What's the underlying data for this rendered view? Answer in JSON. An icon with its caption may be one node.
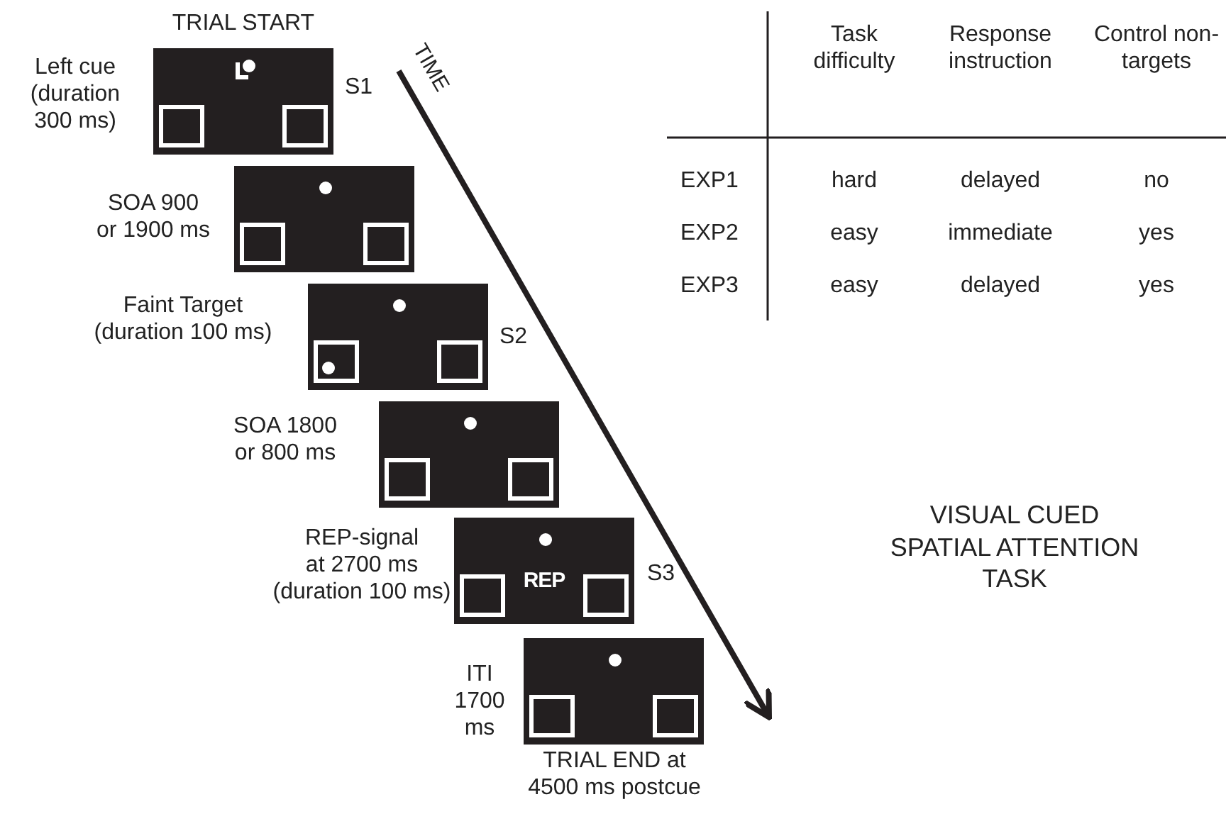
{
  "diagram": {
    "title": "VISUAL CUED SPATIAL ATTENTION TASK",
    "nodes": [
      {
        "text": [],
        "shape": "box",
        "beside": [
          "TRIAL START",
          "Left cue (duration 300 ms)",
          "S1"
        ]
      },
      {
        "text": [],
        "shape": "box",
        "beside": [
          "SOA 900 or 1900 ms"
        ]
      },
      {
        "text": [],
        "shape": "box",
        "beside": [
          "Faint Target (duration 100 ms)",
          "S2"
        ]
      },
      {
        "text": [],
        "shape": "box",
        "beside": [
          "SOA 1800 or 800 ms"
        ]
      },
      {
        "text": [
          "REP"
        ],
        "beside": [
          "REP-signal at 2700 ms (duration 100 ms)",
          "S3"
        ]
      },
      {
        "text": [],
        "shape": "box",
        "beside": [
          "ITI 1700 ms",
          "TRIAL END at 4500 ms postcue"
        ]
      }
    ],
    "labels": [
      "TIME",
      "Task difficulty",
      "Response instruction",
      "Control non-targets",
      "EXP1",
      "hard",
      "delayed",
      "no",
      "EXP2",
      "easy",
      "immediate",
      "yes",
      "EXP3",
      "easy",
      "delayed",
      "yes"
    ]
  }
}
